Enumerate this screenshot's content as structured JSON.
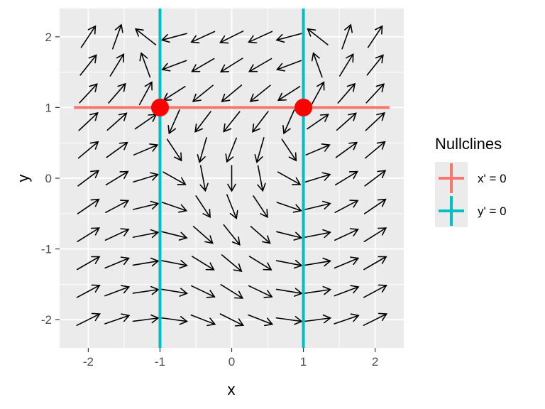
{
  "chart_data": {
    "type": "vector-field",
    "xlabel": "x",
    "ylabel": "y",
    "xlim": [
      -2.4,
      2.4
    ],
    "ylim": [
      -2.4,
      2.4
    ],
    "x_ticks": [
      -2,
      -1,
      0,
      1,
      2
    ],
    "y_ticks": [
      -2,
      -1,
      0,
      1,
      2
    ],
    "x_tick_labels": [
      "-2",
      "-1",
      "0",
      "1",
      "2"
    ],
    "y_tick_labels": [
      "-2",
      "-1",
      "0",
      "1",
      "2"
    ],
    "grid": true,
    "field": {
      "dx": "x^2 - y",
      "dy": "x^2 - 1"
    },
    "arrow_grid": {
      "x_start": -2.0,
      "x_end": 2.0,
      "x_count": 11,
      "y_start": -2.0,
      "y_end": 2.0,
      "y_count": 11
    },
    "nullclines": [
      {
        "name": "x' = 0",
        "color": "#F8766D",
        "segments": [
          {
            "x": [
              -2.2,
              2.2
            ],
            "y": [
              1,
              1
            ]
          }
        ]
      },
      {
        "name": "y' = 0",
        "color": "#00BFC4",
        "segments": [
          {
            "x": [
              -1,
              -1
            ],
            "y": [
              -2.4,
              2.4
            ]
          },
          {
            "x": [
              1,
              1
            ],
            "y": [
              -2.4,
              2.4
            ]
          }
        ]
      }
    ],
    "equilibria": [
      {
        "x": -1,
        "y": 1
      },
      {
        "x": 1,
        "y": 1
      }
    ],
    "equilibrium_color": "#FF0000",
    "legend": {
      "title": "Nullclines",
      "placement": "right",
      "entries": [
        "x' = 0",
        "y' = 0"
      ]
    },
    "panel_color": "#EBEBEB",
    "arrow_color": "#000000"
  }
}
